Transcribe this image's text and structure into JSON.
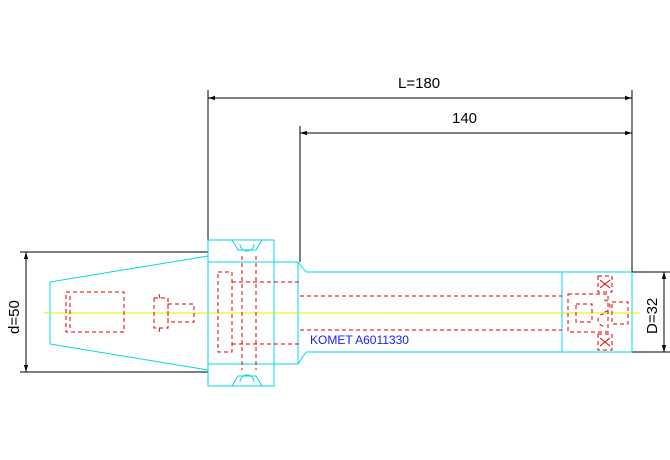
{
  "dimensions": {
    "overall_length": "L=180",
    "partial_length": "140",
    "shank_diameter": "d=50",
    "bore_diameter": "D=32"
  },
  "part_label": "KOMET A6011330",
  "colors": {
    "outline": "#00d8e8",
    "hidden": "#e00000",
    "centerline": "#e8e800",
    "dimension": "#000000",
    "label": "#1a1aff"
  }
}
